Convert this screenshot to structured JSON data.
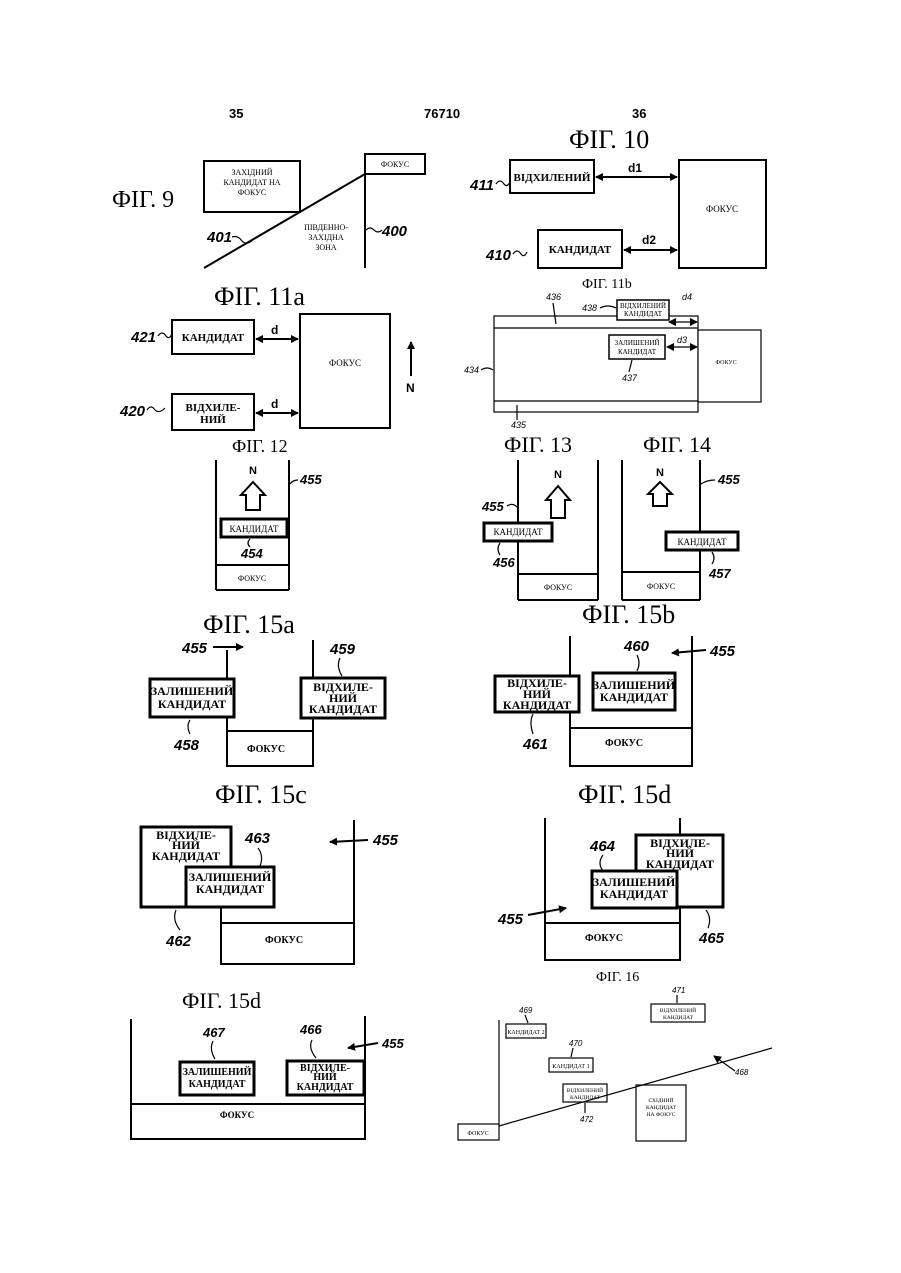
{
  "header": {
    "left_page": "35",
    "patent_number": "76710",
    "right_page": "36"
  },
  "fig9": {
    "title": "ФІГ. 9",
    "focus": "ФОКУС",
    "box_line1": "ЗАХІДНИЙ",
    "box_line2": "КАНДИДАТ НА",
    "box_line3": "ФОКУС",
    "zone_line1": "ПІВДЕННО-",
    "zone_line2": "ЗАХІДНА",
    "zone_line3": "ЗОНА",
    "ref_401": "401",
    "ref_400": "400"
  },
  "fig10": {
    "title": "ФІГ. 10",
    "rejected": "ВІДХИЛЕНИЙ",
    "candidate": "КАНДИДАТ",
    "focus": "ФОКУС",
    "d1": "d1",
    "d2": "d2",
    "ref_411": "411",
    "ref_410": "410"
  },
  "fig11a": {
    "title": "ФІГ. 11a",
    "candidate": "КАНДИДАТ",
    "rejected_line1": "ВІДХИЛЕ-",
    "rejected_line2": "НИЙ",
    "focus": "ФОКУС",
    "d_top": "d",
    "d_bottom": "d",
    "north": "N",
    "ref_421": "421",
    "ref_420": "420"
  },
  "fig11b": {
    "title": "ФІГ. 11b",
    "rejected_line1": "ВІДХИЛЕНИЙ",
    "rejected_line2": "КАНДИДАТ",
    "remaining_line1": "ЗАЛИШЕНИЙ",
    "remaining_line2": "КАНДИДАТ",
    "focus": "ФОКУС",
    "d4": "d4",
    "d3": "d3",
    "ref_436": "436",
    "ref_438": "438",
    "ref_434": "434",
    "ref_435": "435",
    "ref_437": "437"
  },
  "fig12": {
    "title": "ФІГ. 12",
    "north": "N",
    "candidate": "КАНДИДАТ",
    "focus": "ФОКУС",
    "ref_455": "455",
    "ref_454": "454"
  },
  "fig13": {
    "title": "ФІГ. 13",
    "north": "N",
    "candidate": "КАНДИДАТ",
    "focus": "ФОКУС",
    "ref_455": "455",
    "ref_456": "456"
  },
  "fig14": {
    "title": "ФІГ. 14",
    "north": "N",
    "candidate": "КАНДИДАТ",
    "focus": "ФОКУС",
    "ref_455": "455",
    "ref_457": "457"
  },
  "fig15a": {
    "title": "ФІГ. 15a",
    "remaining_line1": "ЗАЛИШЕНИЙ",
    "remaining_line2": "КАНДИДАТ",
    "rejected_line1": "ВІДХИЛЕ-",
    "rejected_line2": "НИЙ",
    "rejected_line3": "КАНДИДАТ",
    "focus": "ФОКУС",
    "ref_455": "455",
    "ref_459": "459",
    "ref_458": "458"
  },
  "fig15b": {
    "title": "ФІГ. 15b",
    "rejected_line1": "ВІДХИЛЕ-",
    "rejected_line2": "НИЙ",
    "rejected_line3": "КАНДИДАТ",
    "remaining_line1": "ЗАЛИШЕНИЙ",
    "remaining_line2": "КАНДИДАТ",
    "focus": "ФОКУС",
    "ref_460": "460",
    "ref_455": "455",
    "ref_461": "461"
  },
  "fig15c": {
    "title": "ФІГ. 15c",
    "rejected_line1": "ВІДХИЛЕ-",
    "rejected_line2": "НИЙ",
    "rejected_line3": "КАНДИДАТ",
    "remaining_line1": "ЗАЛИШЕНИЙ",
    "remaining_line2": "КАНДИДАТ",
    "focus": "ФОКУС",
    "ref_463": "463",
    "ref_455": "455",
    "ref_462": "462"
  },
  "fig15d_right": {
    "title": "ФІГ. 15d",
    "rejected_line1": "ВІДХИЛЕ-",
    "rejected_line2": "НИЙ",
    "rejected_line3": "КАНДИДАТ",
    "remaining_line1": "ЗАЛИШЕНИЙ",
    "remaining_line2": "КАНДИДАТ",
    "focus": "ФОКУС",
    "ref_464": "464",
    "ref_455": "455",
    "ref_465": "465"
  },
  "fig15d_left": {
    "title": "ФІГ. 15d",
    "remaining_line1": "ЗАЛИШЕНИЙ",
    "remaining_line2": "КАНДИДАТ",
    "rejected_line1": "ВІДХИЛЕ-",
    "rejected_line2": "НИЙ",
    "rejected_line3": "КАНДИДАТ",
    "focus": "ФОКУС",
    "ref_467": "467",
    "ref_466": "466",
    "ref_455": "455"
  },
  "fig16": {
    "title": "ФІГ. 16",
    "candidate2": "КАНДИДАТ 2",
    "candidate1": "КАНДИДАТ 1",
    "rejected_top_line1": "ВІДХИЛЕНИЙ",
    "rejected_top_line2": "КАНДИДАТ",
    "rejected_mid_line1": "ВІДХИЛЕНИЙ",
    "rejected_mid_line2": "КАНДИДАТ",
    "east_line1": "СХІДНИЙ",
    "east_line2": "КАНДИДАТ",
    "east_line3": "НА ФОКУС",
    "focus": "ФОКУС",
    "ref_469": "469",
    "ref_471": "471",
    "ref_470": "470",
    "ref_468": "468",
    "ref_472": "472"
  }
}
